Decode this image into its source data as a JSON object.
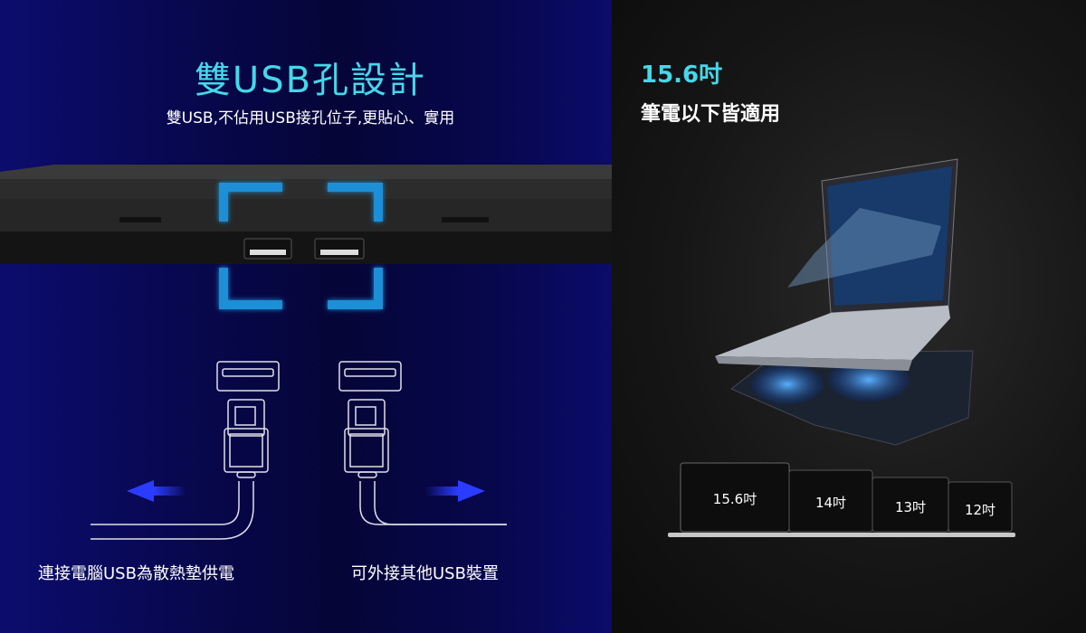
{
  "left_panel": {
    "title": "雙USB孔設計",
    "subtitle": "雙USB,不佔用USB接孔位子,更貼心、實用",
    "label_left": "連接電腦USB為散熱墊供電",
    "label_right": "可外接其他USB裝置"
  },
  "right_panel": {
    "size_heading": "15.6吋",
    "compat_text": "筆電以下皆適用",
    "sizes": [
      "15.6吋",
      "14吋",
      "13吋",
      "12吋"
    ]
  },
  "colors": {
    "accent": "#44d8ea",
    "bracket": "#1a8fd6",
    "arrow": "#2a3cff"
  }
}
